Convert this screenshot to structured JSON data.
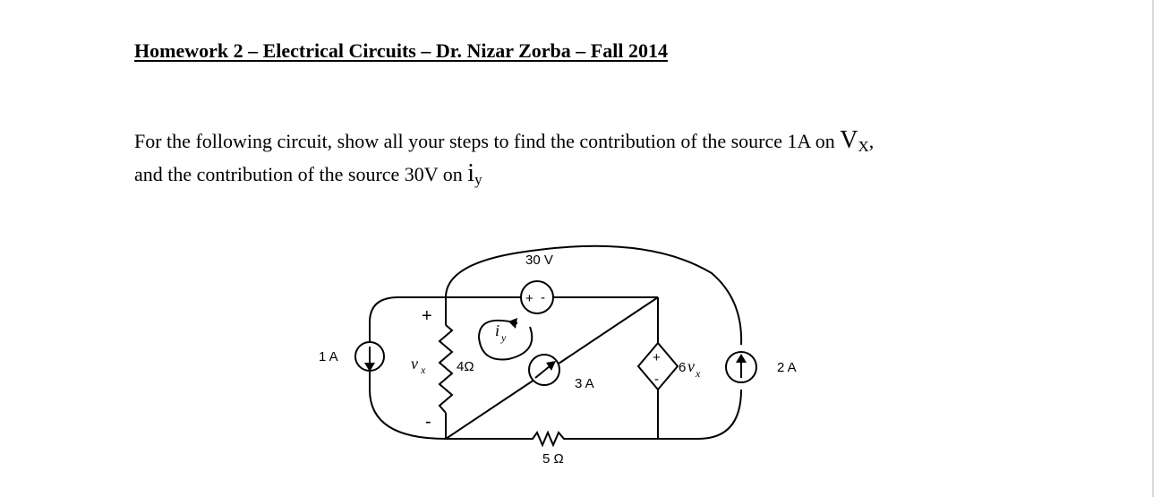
{
  "document": {
    "title": "Homework 2 – Electrical Circuits – Dr. Nizar Zorba – Fall 2014",
    "line1_text": "For the following circuit, show all your steps to find the contribution of the source 1A on ",
    "line1_var": "V",
    "line1_sub": "X",
    "line1_end": ",",
    "line2_text": "and the contribution of the source 30V on ",
    "line2_var": "i",
    "line2_sub": "y"
  },
  "circuit": {
    "source_1a": "1 A",
    "vx_plus": "+",
    "vx_var": "v",
    "vx_sub": "x",
    "vx_minus": "-",
    "r_4": "4Ω",
    "iy_var": "i",
    "iy_sub": "y",
    "source_30v": "30 V",
    "v30_plus": "+",
    "v30_minus": "-",
    "source_3a": "3 A",
    "r_5": "5 Ω",
    "dep_plus": "+",
    "dep_minus": "-",
    "dep_coef": "6",
    "dep_var": "v",
    "dep_sub": "x",
    "source_2a": "2 A"
  }
}
